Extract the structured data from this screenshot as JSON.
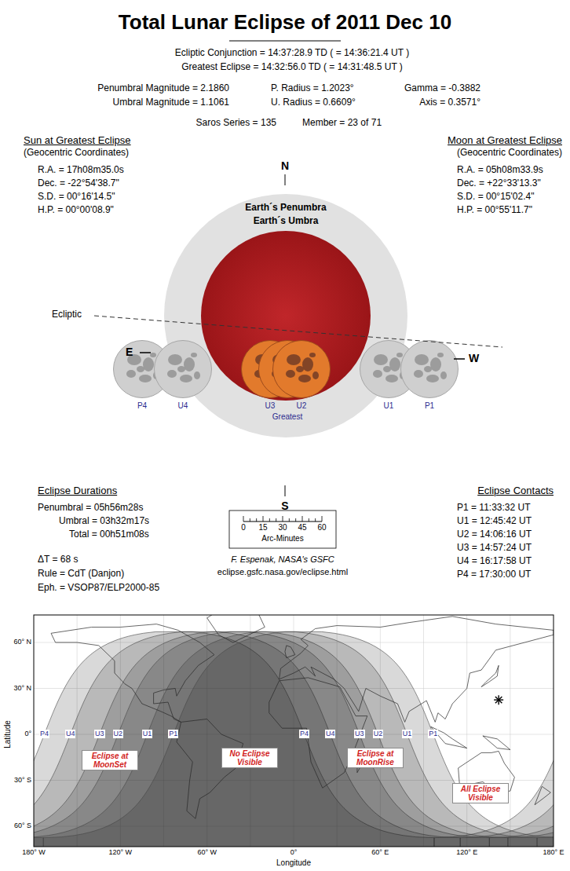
{
  "diagram": {
    "title": "Total Lunar Eclipse of 2011 Dec 10",
    "nodes": [
      {
        "text": [
          "Earth´s Penumbra"
        ]
      },
      {
        "text": [
          "Earth´s Umbra"
        ],
        "in": 0
      },
      {
        "text": [
          "P4"
        ]
      },
      {
        "text": [
          "U4"
        ]
      },
      {
        "text": [
          "U3"
        ]
      },
      {
        "text": [
          "Greatest"
        ]
      },
      {
        "text": [
          "U2"
        ]
      },
      {
        "text": [
          "U1"
        ]
      },
      {
        "text": [
          "P1"
        ]
      },
      {
        "text": [
          "Eclipse at MoonSet"
        ]
      },
      {
        "text": [
          "No Eclipse Visible"
        ]
      },
      {
        "text": [
          "Eclipse at MoonRise"
        ]
      },
      {
        "text": [
          "All Eclipse Visible"
        ]
      }
    ],
    "labels": [
      "Ecliptic Conjunction = 14:37:28.9 TD ( = 14:36:21.4 UT )",
      "Greatest Eclipse = 14:32:56.0 TD ( = 14:31:48.5 UT )",
      "Penumbral Magnitude = 2.1860",
      "P. Radius = 1.2023°",
      "Gamma = -0.3882",
      "Umbral Magnitude = 1.1061",
      "U. Radius = 0.6609°",
      "Axis = 0.3571°",
      "Saros Series = 135",
      "Member = 23 of 71",
      "Sun at Greatest Eclipse",
      "(Geocentric Coordinates)",
      "R.A. = 17h08m35.0s",
      "Dec. = -22°54'38.7\"",
      "S.D. = 00°16'14.5\"",
      "H.P. = 00°00'08.9\"",
      "Moon at Greatest Eclipse",
      "(Geocentric Coordinates)",
      "R.A. = 05h08m33.9s",
      "Dec. = +22°33'13.3\"",
      "S.D. = 00°15'02.4\"",
      "H.P. = 00°55'11.7\"",
      "N",
      "Ecliptic",
      "E",
      "W",
      "S",
      "Eclipse Durations",
      "Penumbral = 05h56m28s",
      "Umbral = 03h32m17s",
      "Total = 00h51m08s",
      "ΔT = 68 s",
      "Rule = CdT (Danjon)",
      "Eph. = VSOP87/ELP2000-85",
      "0",
      "15",
      "30",
      "45",
      "60",
      "Arc-Minutes",
      "F. Espenak, NASA's GSFC",
      "eclipse.gsfc.nasa.gov/eclipse.html",
      "Eclipse Contacts",
      "P1 = 11:33:32 UT",
      "U1 = 12:45:42 UT",
      "U2 = 14:06:16 UT",
      "U3 = 14:57:24 UT",
      "U4 = 16:17:58 UT",
      "P4 = 17:30:00 UT",
      "60° N",
      "30° N",
      "0°",
      "30° S",
      "60° S",
      "Latitude",
      "180° W",
      "120° W",
      "60° W",
      "0°",
      "60° E",
      "120° E",
      "180° E",
      "Longitude",
      "P4",
      "U4",
      "U3",
      "U2",
      "U1",
      "P1",
      "P4",
      "U4",
      "U3",
      "U2",
      "U1",
      "P1"
    ]
  }
}
